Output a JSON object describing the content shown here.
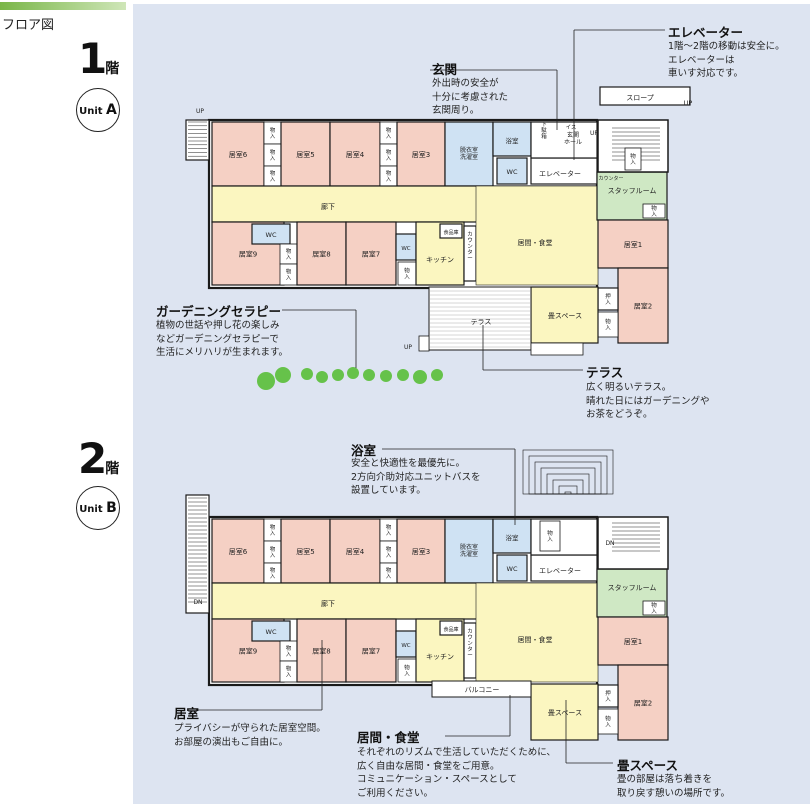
{
  "page_title": "フロア図",
  "floors": [
    {
      "number": "1",
      "kanji": "階",
      "unit_prefix": "Unit",
      "unit_letter": "A"
    },
    {
      "number": "2",
      "kanji": "階",
      "unit_prefix": "Unit",
      "unit_letter": "B"
    }
  ],
  "rooms": {
    "r6": "居室6",
    "r5": "居室5",
    "r4": "居室4",
    "r3": "居室3",
    "r9": "居室9",
    "r8": "居室8",
    "r7": "居室7",
    "r1": "居室1",
    "r2": "居室2",
    "storage": "物入",
    "oshiire": "押入",
    "corridor": "廊下",
    "wc": "WC",
    "living": "居間・食堂",
    "kitchen": "キッチン",
    "pantry": "食品庫",
    "counter": "カウンター",
    "staff": "スタッフルーム",
    "counter_small": "カウンター",
    "undress": "脱衣室\n洗濯室",
    "bath": "浴室",
    "elevator": "エレベーター",
    "entrance": "下駄箱",
    "hall": "玄関\nホール",
    "chair": "イス",
    "terrace": "テラス",
    "tatami": "畳スペース",
    "slope": "スロープ",
    "balcony": "バルコニー",
    "up": "UP",
    "dn": "DN"
  },
  "annotations": {
    "elevator": {
      "title": "エレベーター",
      "body": "1階～2階の移動は安全に。\nエレベーターは\n車いす対応です。"
    },
    "entrance": {
      "title": "玄関",
      "body": "外出時の安全が\n十分に考慮された\n玄関周り。"
    },
    "gardening": {
      "title": "ガーデニングセラピー",
      "body": "植物の世話や押し花の楽しみ\nなどガーデニングセラピーで\n生活にメリハリが生まれます。"
    },
    "terrace": {
      "title": "テラス",
      "body": "広く明るいテラス。\n晴れた日にはガーデニングや\nお茶をどうぞ。"
    },
    "bath": {
      "title": "浴室",
      "body": "安全と快適性を最優先に。\n2方向介助対応ユニットバスを\n設置しています。"
    },
    "room": {
      "title": "居室",
      "body": "プライバシーが守られた居室空間。\nお部屋の演出もご自由に。"
    },
    "living": {
      "title": "居間・食堂",
      "body": "それぞれのリズムで生活していただくために、\n広く自由な居間・食堂をご用意。\nコミュニケーション・スペースとして\nご利用ください。"
    },
    "tatami": {
      "title": "畳スペース",
      "body": "畳の部屋は落ち着きを\n取り戻す憩いの場所です。"
    }
  },
  "colors": {
    "room": "#f5d0c4",
    "corridor": "#fbf6c0",
    "wet": "#cfe2f3",
    "staff": "#cfe8c4",
    "background": "#dde4f1",
    "wall": "#1a1a1a",
    "tree": "#66c24a"
  }
}
